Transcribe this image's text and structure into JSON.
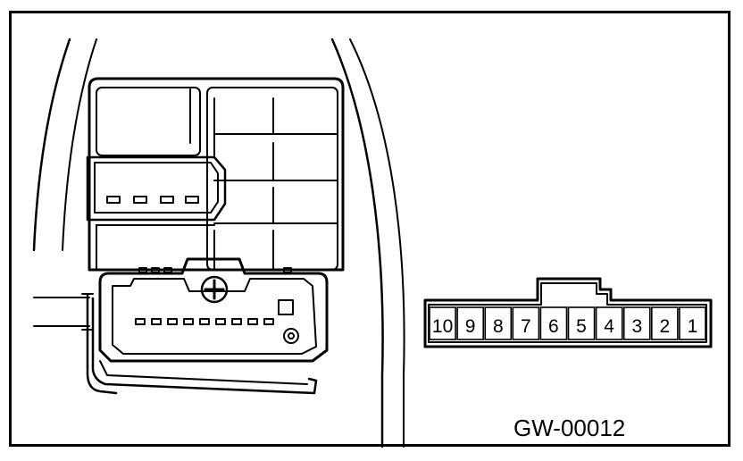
{
  "figure": {
    "code": "GW-00012"
  },
  "connector": {
    "pins": [
      "10",
      "9",
      "8",
      "7",
      "6",
      "5",
      "4",
      "3",
      "2",
      "1"
    ]
  },
  "colors": {
    "line": "#000000",
    "background": "#ffffff"
  }
}
